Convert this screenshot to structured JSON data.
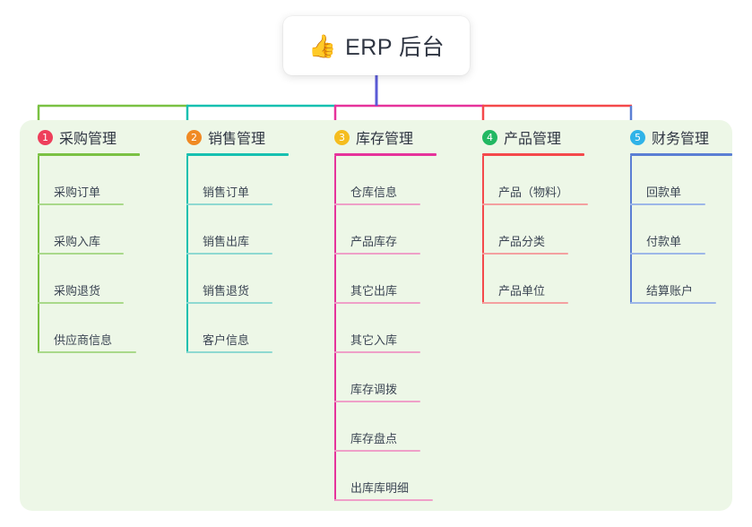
{
  "root": {
    "icon": "thumbs-up-icon",
    "emoji": "👍",
    "title": "ERP 后台"
  },
  "theme": {
    "panel_background": "#edf7e7",
    "page_background": "#ffffff",
    "root_stem_color": "#5b5bd6",
    "title_text_color": "#2f3542",
    "leaf_text_color": "#3c4654"
  },
  "branches": [
    {
      "number": "1",
      "title": "采购管理",
      "badge_color": "#ee3f5b",
      "line_color": "#7ac143",
      "leaf_rule_color": "#a9d98a",
      "head_rule_width": 114,
      "items": [
        {
          "label": "采购订单",
          "rule_width": 96
        },
        {
          "label": "采购入库",
          "rule_width": 96
        },
        {
          "label": "采购退货",
          "rule_width": 96
        },
        {
          "label": "供应商信息",
          "rule_width": 110
        }
      ]
    },
    {
      "number": "2",
      "title": "销售管理",
      "badge_color": "#f08a24",
      "line_color": "#16c0b0",
      "leaf_rule_color": "#8ed9d1",
      "head_rule_width": 114,
      "items": [
        {
          "label": "销售订单",
          "rule_width": 96
        },
        {
          "label": "销售出库",
          "rule_width": 96
        },
        {
          "label": "销售退货",
          "rule_width": 96
        },
        {
          "label": "客户信息",
          "rule_width": 96
        }
      ]
    },
    {
      "number": "3",
      "title": "库存管理",
      "badge_color": "#f5bd1f",
      "line_color": "#e6339b",
      "leaf_rule_color": "#efa0c8",
      "head_rule_width": 114,
      "items": [
        {
          "label": "仓库信息",
          "rule_width": 96
        },
        {
          "label": "产品库存",
          "rule_width": 96
        },
        {
          "label": "其它出库",
          "rule_width": 96
        },
        {
          "label": "其它入库",
          "rule_width": 96
        },
        {
          "label": "库存调拨",
          "rule_width": 96
        },
        {
          "label": "库存盘点",
          "rule_width": 96
        },
        {
          "label": "出库库明细",
          "rule_width": 110
        }
      ]
    },
    {
      "number": "4",
      "title": "产品管理",
      "badge_color": "#22b862",
      "line_color": "#f4494b",
      "leaf_rule_color": "#f4a0a0",
      "head_rule_width": 114,
      "items": [
        {
          "label": "产品（物料）",
          "rule_width": 118
        },
        {
          "label": "产品分类",
          "rule_width": 96
        },
        {
          "label": "产品单位",
          "rule_width": 96
        }
      ]
    },
    {
      "number": "5",
      "title": "财务管理",
      "badge_color": "#2fb3e8",
      "line_color": "#5b7fd4",
      "leaf_rule_color": "#9db7e8",
      "head_rule_width": 114,
      "items": [
        {
          "label": "回款单",
          "rule_width": 84
        },
        {
          "label": "付款单",
          "rule_width": 84
        },
        {
          "label": "结算账户",
          "rule_width": 96
        }
      ]
    }
  ]
}
